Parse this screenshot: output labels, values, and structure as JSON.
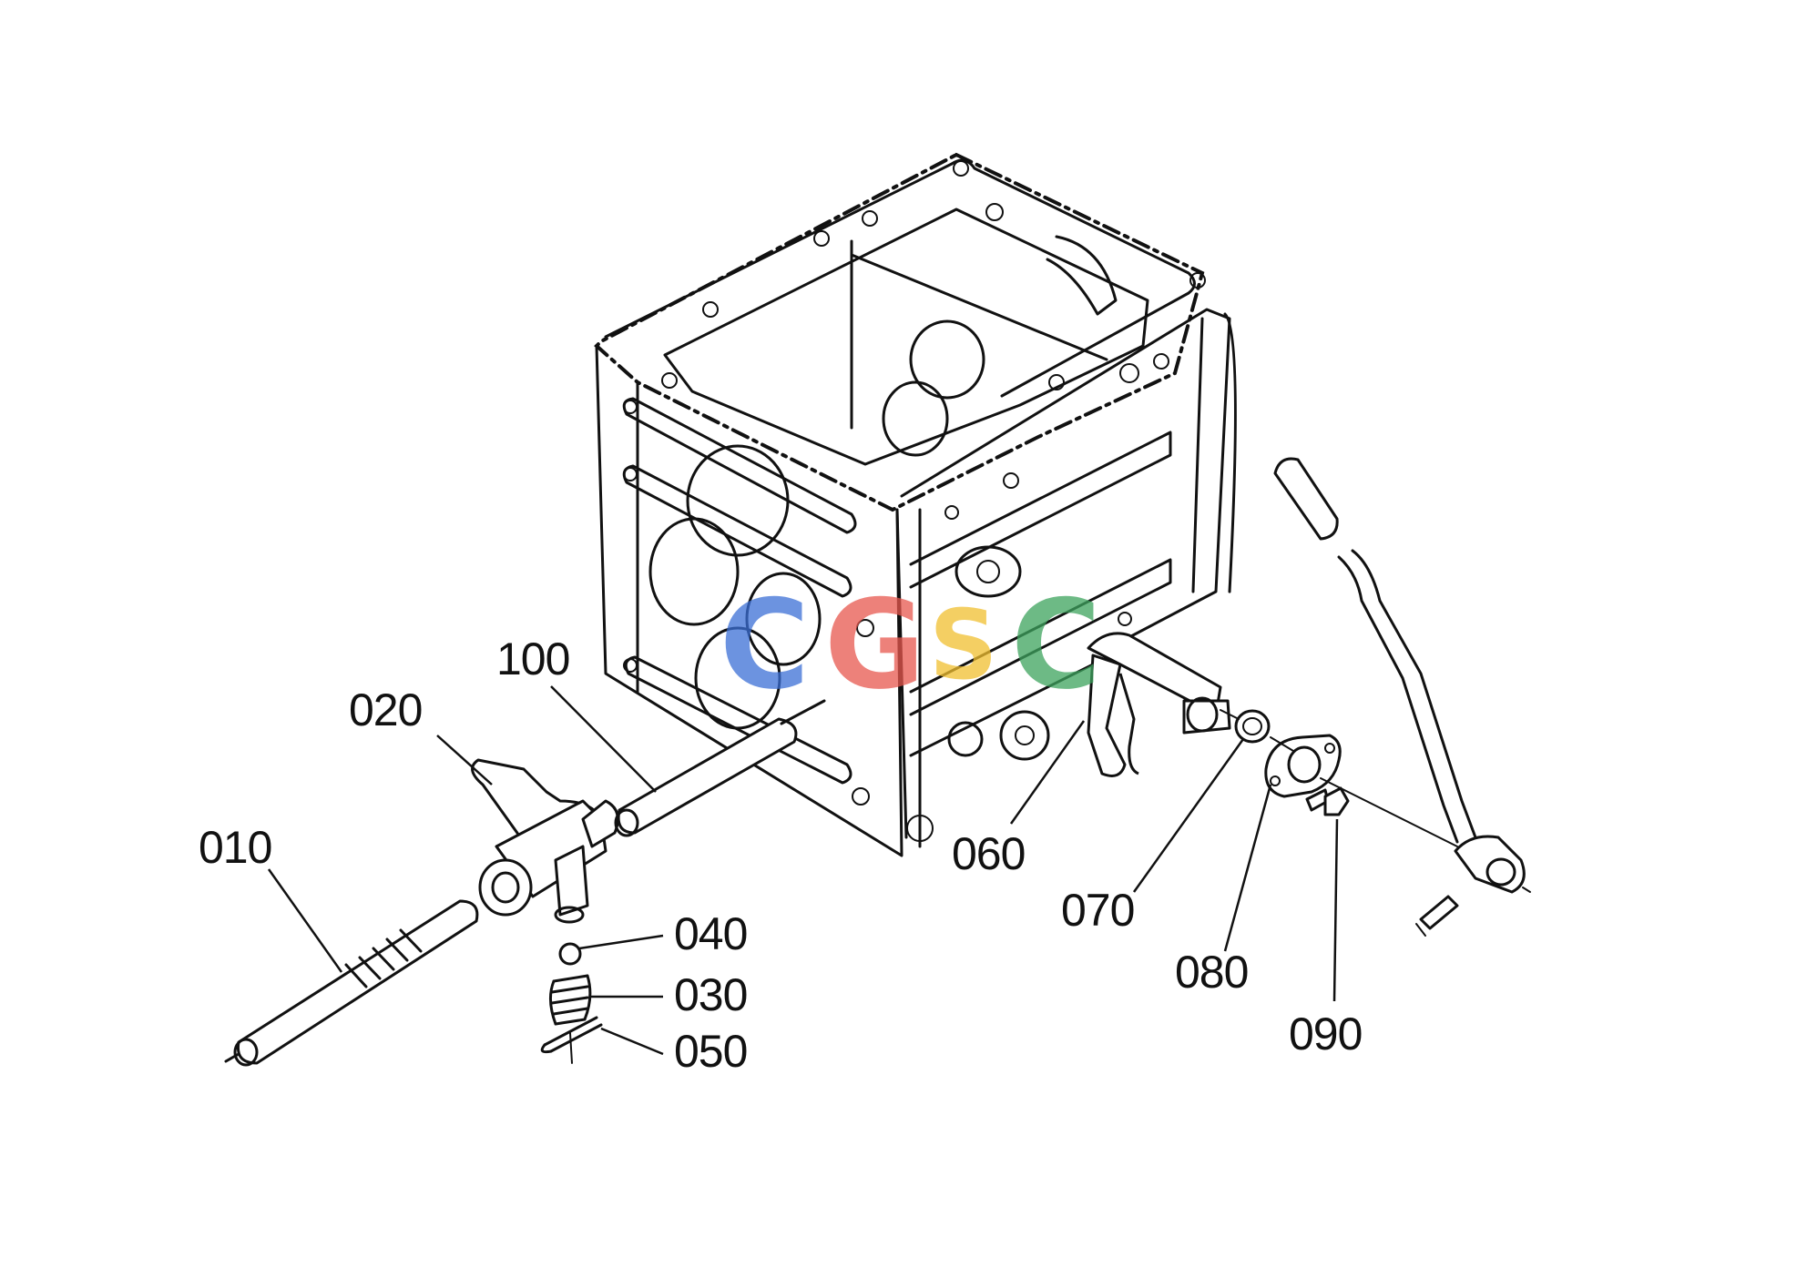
{
  "labels": {
    "p010": "010",
    "p020": "020",
    "p030": "030",
    "p040": "040",
    "p050": "050",
    "p060": "060",
    "p070": "070",
    "p080": "080",
    "p090": "090",
    "p100": "100"
  },
  "watermark": {
    "letters": [
      "C",
      "G",
      "S",
      "C"
    ],
    "colors": [
      "#3b6fd6",
      "#e8574e",
      "#f1bf2f",
      "#3da35d"
    ]
  }
}
